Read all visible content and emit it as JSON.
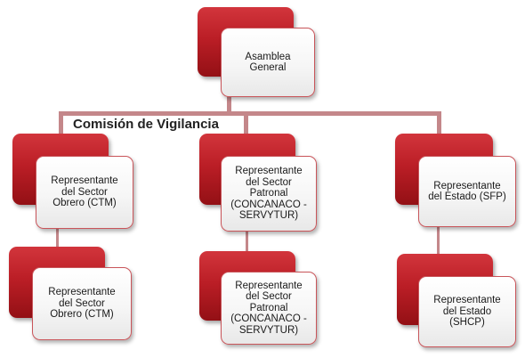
{
  "root": {
    "label": "Asamblea\nGeneral"
  },
  "committee": {
    "label": "Comisión de Vigilancia"
  },
  "branches": [
    {
      "top": "Representante\ndel Sector\nObrero (CTM)",
      "bottom": "Representante\ndel Sector\nObrero (CTM)"
    },
    {
      "top": "Representante\ndel Sector\nPatronal\n(CONCANACO -\nSERVYTUR)",
      "bottom": "Representante\ndel Sector\nPatronal\n(CONCANACO -\nSERVYTUR)"
    },
    {
      "top": "Representante\ndel Estado (SFP)",
      "bottom": "Representante\ndel Estado\n(SHCP)"
    }
  ],
  "colors": {
    "box_red": "#bb1e26",
    "connector": "#c4878a",
    "card_border": "#c9555a"
  }
}
